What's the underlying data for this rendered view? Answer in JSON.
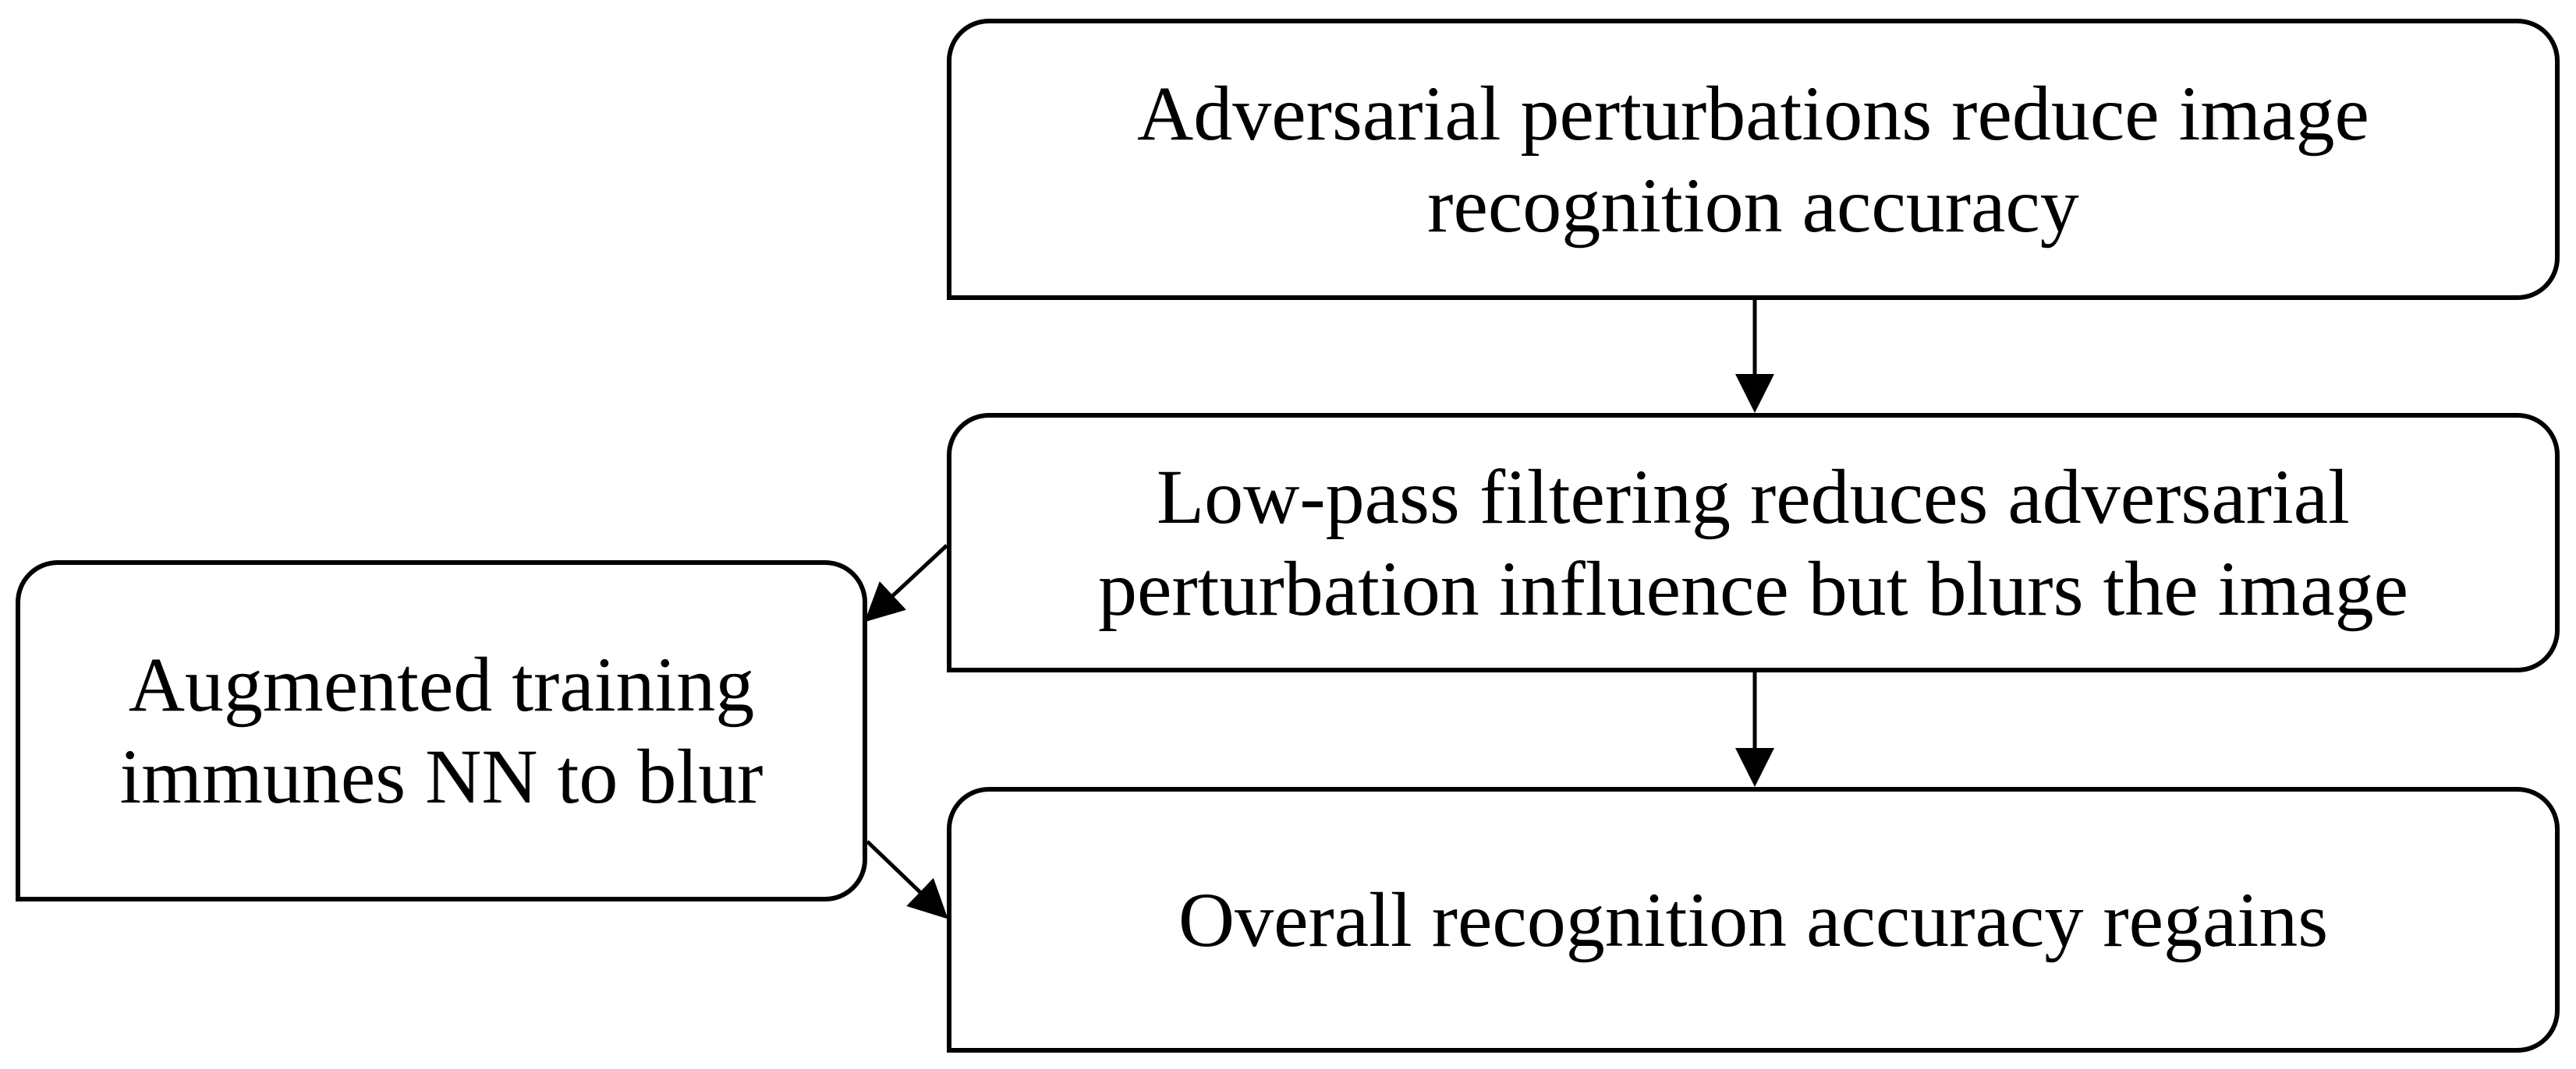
{
  "nodes": {
    "perturbations": "Adversarial perturbations reduce image\nrecognition accuracy",
    "low_pass": "Low-pass filtering reduces adversarial\nperturbation influence but blurs the image",
    "regain": "Overall recognition accuracy regains",
    "augmented": "Augmented training\nimmunes NN to blur"
  },
  "edges": [
    {
      "from": "perturbations",
      "to": "low_pass"
    },
    {
      "from": "low_pass",
      "to": "regain"
    },
    {
      "from": "low_pass",
      "to": "augmented"
    },
    {
      "from": "augmented",
      "to": "regain"
    }
  ],
  "colors": {
    "stroke": "#000000",
    "fill": "#ffffff",
    "text": "#000000"
  }
}
